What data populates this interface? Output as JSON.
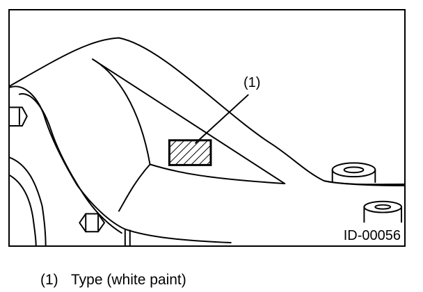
{
  "figure": {
    "callout_label": "(1)",
    "figure_id": "ID-00056"
  },
  "legend": [
    {
      "number": "(1)",
      "text": "Type (white paint)"
    }
  ]
}
